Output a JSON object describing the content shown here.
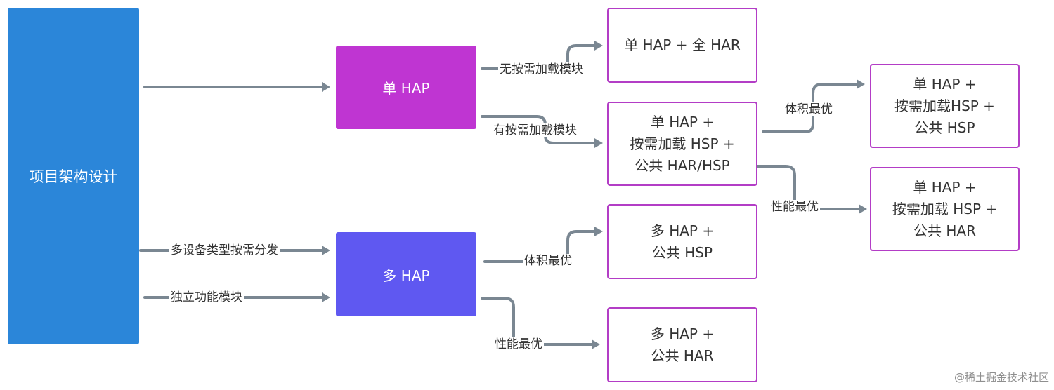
{
  "nodes": {
    "root": "项目架构设计",
    "single_hap": "单 HAP",
    "multi_hap": "多 HAP",
    "single_full_har": "单 HAP + 全 HAR",
    "single_ondemand_hsp_public": "单 HAP +\n按需加载 HSP +\n公共 HAR/HSP",
    "multi_public_hsp": "多 HAP +\n公共 HSP",
    "multi_public_har": "多 HAP +\n公共 HAR",
    "size_best_result": "单 HAP +\n按需加载HSP +\n公共 HSP",
    "perf_best_result": "单 HAP +\n按需加载 HSP +\n公共 HAR"
  },
  "edge_labels": {
    "no_ondemand": "无按需加载模块",
    "has_ondemand": "有按需加载模块",
    "multi_device": "多设备类型按需分发",
    "independent": "独立功能模块",
    "multi_size_best": "体积最优",
    "multi_perf_best": "性能最优",
    "single_size_best": "体积最优",
    "single_perf_best": "性能最优"
  },
  "watermark": "@稀土掘金技术社区",
  "colors": {
    "root": "#2b86d9",
    "single_hap": "#bf35d2",
    "multi_hap": "#5f58f1",
    "outline": "#b33dc6",
    "arrow": "#7a8792"
  }
}
